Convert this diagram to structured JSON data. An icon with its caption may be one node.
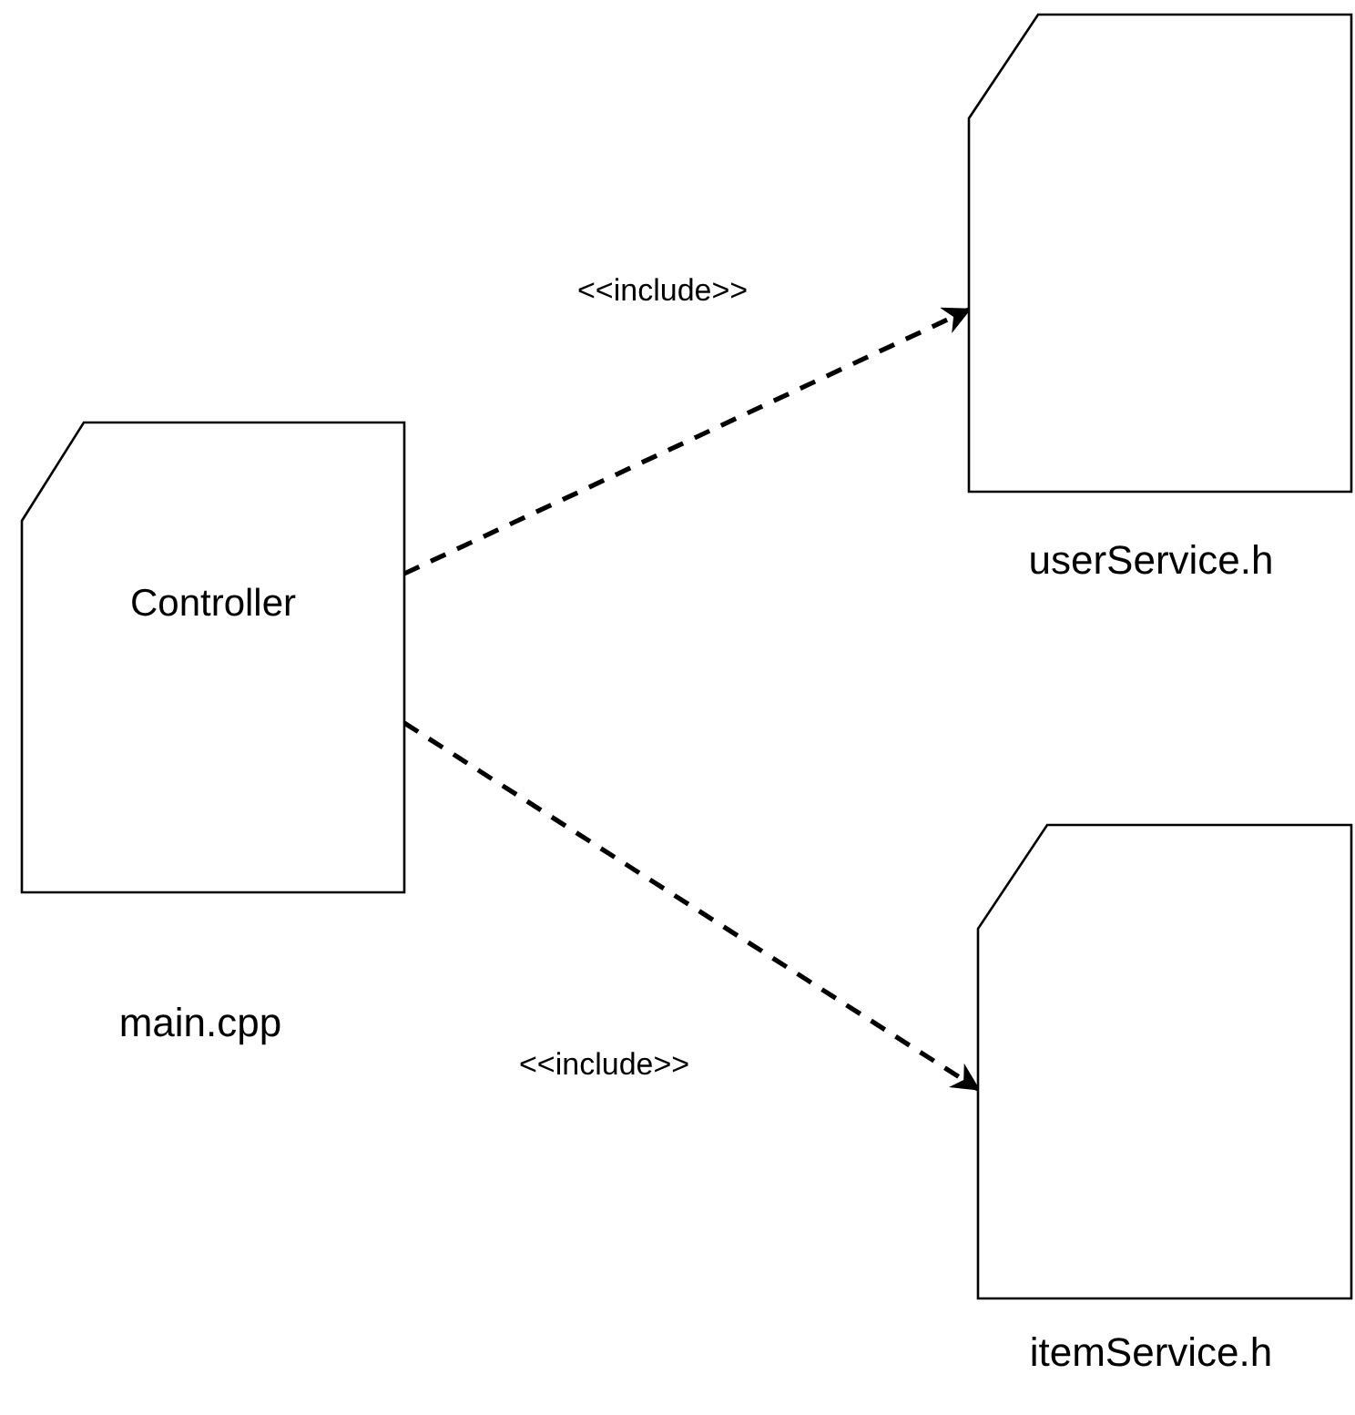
{
  "diagram": {
    "nodes": [
      {
        "text": [
          "Controller"
        ],
        "beside": [
          "main.cpp"
        ]
      },
      {
        "text": [],
        "shape": "document",
        "beside": [
          "userService.h"
        ]
      },
      {
        "text": [],
        "shape": "document",
        "beside": [
          "itemService.h"
        ]
      }
    ],
    "edges": [
      {
        "from": 0,
        "to": 1,
        "arrow": "to",
        "label": "<<include>>",
        "style": "dashed"
      },
      {
        "from": 0,
        "to": 2,
        "arrow": "to",
        "label": "<<include>>",
        "style": "dashed"
      }
    ]
  }
}
